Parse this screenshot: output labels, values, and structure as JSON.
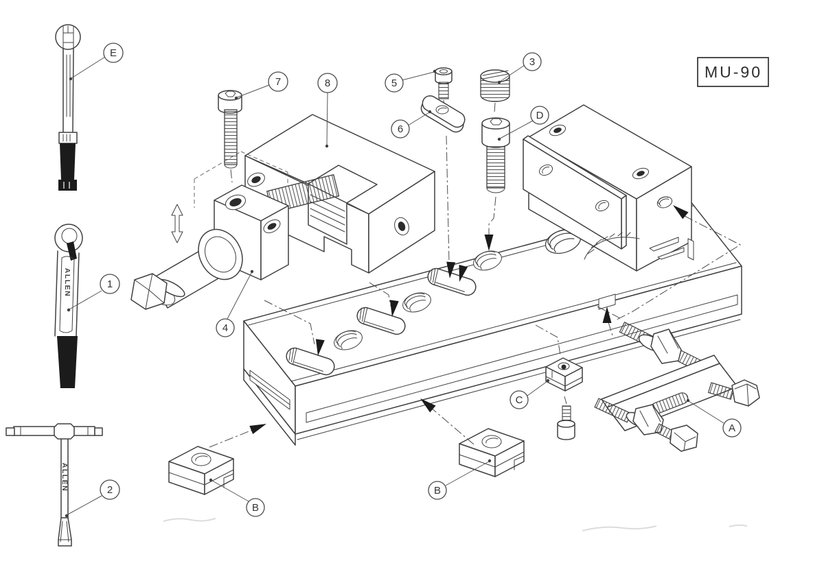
{
  "page": {
    "background": "#ffffff"
  },
  "colors": {
    "ink": "#3f3f3f",
    "paper": "#ffffff",
    "grip_black": "#1b1b1b"
  },
  "title_block": {
    "code": "MU-90"
  },
  "tools": {
    "speed_handle": {
      "callout": "E"
    },
    "ring_hex_wrench": {
      "callout": "1",
      "brand": "ALLEN"
    },
    "t_handle_screwdriver": {
      "callout": "2",
      "brand": "ALLEN"
    }
  },
  "callouts": [
    {
      "label": "E"
    },
    {
      "label": "7"
    },
    {
      "label": "8"
    },
    {
      "label": "5"
    },
    {
      "label": "3"
    },
    {
      "label": "6"
    },
    {
      "label": "D"
    },
    {
      "label": "1"
    },
    {
      "label": "4"
    },
    {
      "label": "C"
    },
    {
      "label": "A"
    },
    {
      "label": "B"
    },
    {
      "label": "B"
    },
    {
      "label": "2"
    }
  ]
}
